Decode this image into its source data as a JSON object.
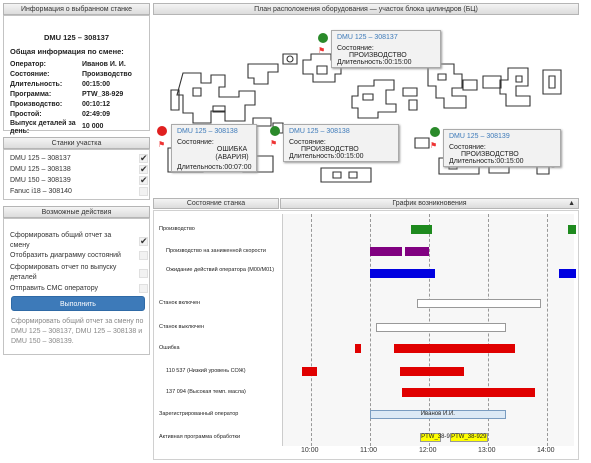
{
  "left": {
    "info_header": "Информация о выбранном станке",
    "machine_title": "DMU 125 – 308137",
    "shift_title": "Общая информация по смене:",
    "fields": [
      {
        "k": "Оператор:",
        "v": "Иванов И. И."
      },
      {
        "k": "Состояние:",
        "v": "Производство"
      },
      {
        "k": "Длительность:",
        "v": "00:15:00"
      },
      {
        "k": "Программа:",
        "v": "PTW_38-929"
      },
      {
        "k": "Производство:",
        "v": "00:10:12"
      },
      {
        "k": "Простой:",
        "v": "02:49:09"
      }
    ],
    "parts_label": "Выпуск деталей за день:",
    "parts_value": "10 000",
    "stations_header": "Станки участка",
    "stations": [
      {
        "label": "DMU 125 – 308137",
        "checked": true
      },
      {
        "label": "DMU 125 – 308138",
        "checked": true
      },
      {
        "label": "DMU 150 – 308139",
        "checked": true
      },
      {
        "label": "Fanuc i18 – 308140",
        "checked": false
      }
    ],
    "actions_header": "Возможные действия",
    "actions": [
      {
        "label": "Сформировать общий отчет за смену",
        "checked": true
      },
      {
        "label": "Отобразить диаграмму состояний",
        "checked": false
      },
      {
        "label": "Сформировать отчет по выпуску деталей",
        "checked": false
      },
      {
        "label": "Отправить СМС оператору",
        "checked": false
      }
    ],
    "execute_label": "Выполнить",
    "note": "Сформировать общий отчет за смену по DMU 125 – 308137, DMU 125 – 308138 и DMU 150 – 308139."
  },
  "map": {
    "header": "План расположения оборудования — участок блока цилиндров (БЦ)",
    "callouts": [
      {
        "title": "DMU 125 – 308137",
        "state_label": "Состояние:",
        "state": "ПРОИЗВОДСТВО",
        "dur_label": "Длительность:",
        "dur": "00:15:00",
        "status_color": "#2a8a2a"
      },
      {
        "title": "DMU 125 – 308138",
        "state_label": "Состояние:",
        "state": "ОШИБКА (АВАРИЯ)",
        "dur_label": "Длительность:",
        "dur": "00:07:00",
        "status_color": "#e02020"
      },
      {
        "title": "DMU 125 – 308138",
        "state_label": "Состояние:",
        "state": "ПРОИЗВОДСТВО",
        "dur_label": "Длительность:",
        "dur": "00:15:00",
        "status_color": "#2a8a2a"
      },
      {
        "title": "DMU 125 – 308139",
        "state_label": "Состояние:",
        "state": "ПРОИЗВОДСТВО",
        "dur_label": "Длительность:",
        "dur": "00:15:00",
        "status_color": "#2a8a2a"
      }
    ]
  },
  "gantt": {
    "tab_state": "Состояние станка",
    "tab_chart": "График возникновения",
    "collapse_icon": "triangle-up-icon",
    "axis_ticks": [
      "10:00",
      "11:00",
      "12:00",
      "13:00",
      "14:00"
    ],
    "rows": [
      {
        "label": "Производство",
        "indent": false,
        "bars": [
          {
            "s": 11.7,
            "e": 12.05,
            "c": "#1e8a1e"
          },
          {
            "s": 14.35,
            "e": 14.6,
            "c": "#1e8a1e"
          }
        ]
      },
      {
        "label": "Производство на заниженной скорости",
        "indent": true,
        "bars": [
          {
            "s": 11.0,
            "e": 11.55,
            "c": "#800080"
          },
          {
            "s": 11.6,
            "e": 12.0,
            "c": "#800080"
          }
        ]
      },
      {
        "label": "Ожидание действий оператора (М00/М01)",
        "indent": true,
        "bars": [
          {
            "s": 11.0,
            "e": 12.1,
            "c": "#0000e0"
          },
          {
            "s": 14.2,
            "e": 14.6,
            "c": "#0000e0"
          }
        ]
      },
      {
        "label": "Станок включен",
        "indent": false,
        "bars": [
          {
            "s": 11.8,
            "e": 13.9,
            "c": "#ffffff",
            "b": "#999"
          }
        ]
      },
      {
        "label": "Станок выключен",
        "indent": false,
        "bars": [
          {
            "s": 11.1,
            "e": 13.3,
            "c": "#ffffff",
            "b": "#999"
          }
        ]
      },
      {
        "label": "Ошибка",
        "indent": false,
        "bars": [
          {
            "s": 10.75,
            "e": 10.85,
            "c": "#e00000"
          },
          {
            "s": 11.4,
            "e": 13.45,
            "c": "#e00000"
          }
        ]
      },
      {
        "label": "110 537 (Низкий уровень СОЖ)",
        "indent": true,
        "bars": [
          {
            "s": 9.85,
            "e": 10.1,
            "c": "#e00000"
          },
          {
            "s": 11.5,
            "e": 12.6,
            "c": "#e00000"
          }
        ]
      },
      {
        "label": "137 094 (Высокая темп. масла)",
        "indent": true,
        "bars": [
          {
            "s": 11.55,
            "e": 13.8,
            "c": "#e00000"
          }
        ]
      },
      {
        "label": "Зарегистрированный оператор",
        "indent": false,
        "bars": [
          {
            "s": 11.0,
            "e": 13.3,
            "c": "#dce9f5",
            "b": "#7a9cc0",
            "text": "Иванов И.И."
          }
        ]
      },
      {
        "label": "Активная программа обработки",
        "indent": false,
        "bars": [
          {
            "s": 11.85,
            "e": 12.2,
            "c": "#ffff00",
            "b": "#999",
            "text": "PTW_38-929"
          },
          {
            "s": 12.35,
            "e": 13.0,
            "c": "#ffff00",
            "b": "#999",
            "text": "PTW_38-929"
          }
        ]
      }
    ]
  }
}
